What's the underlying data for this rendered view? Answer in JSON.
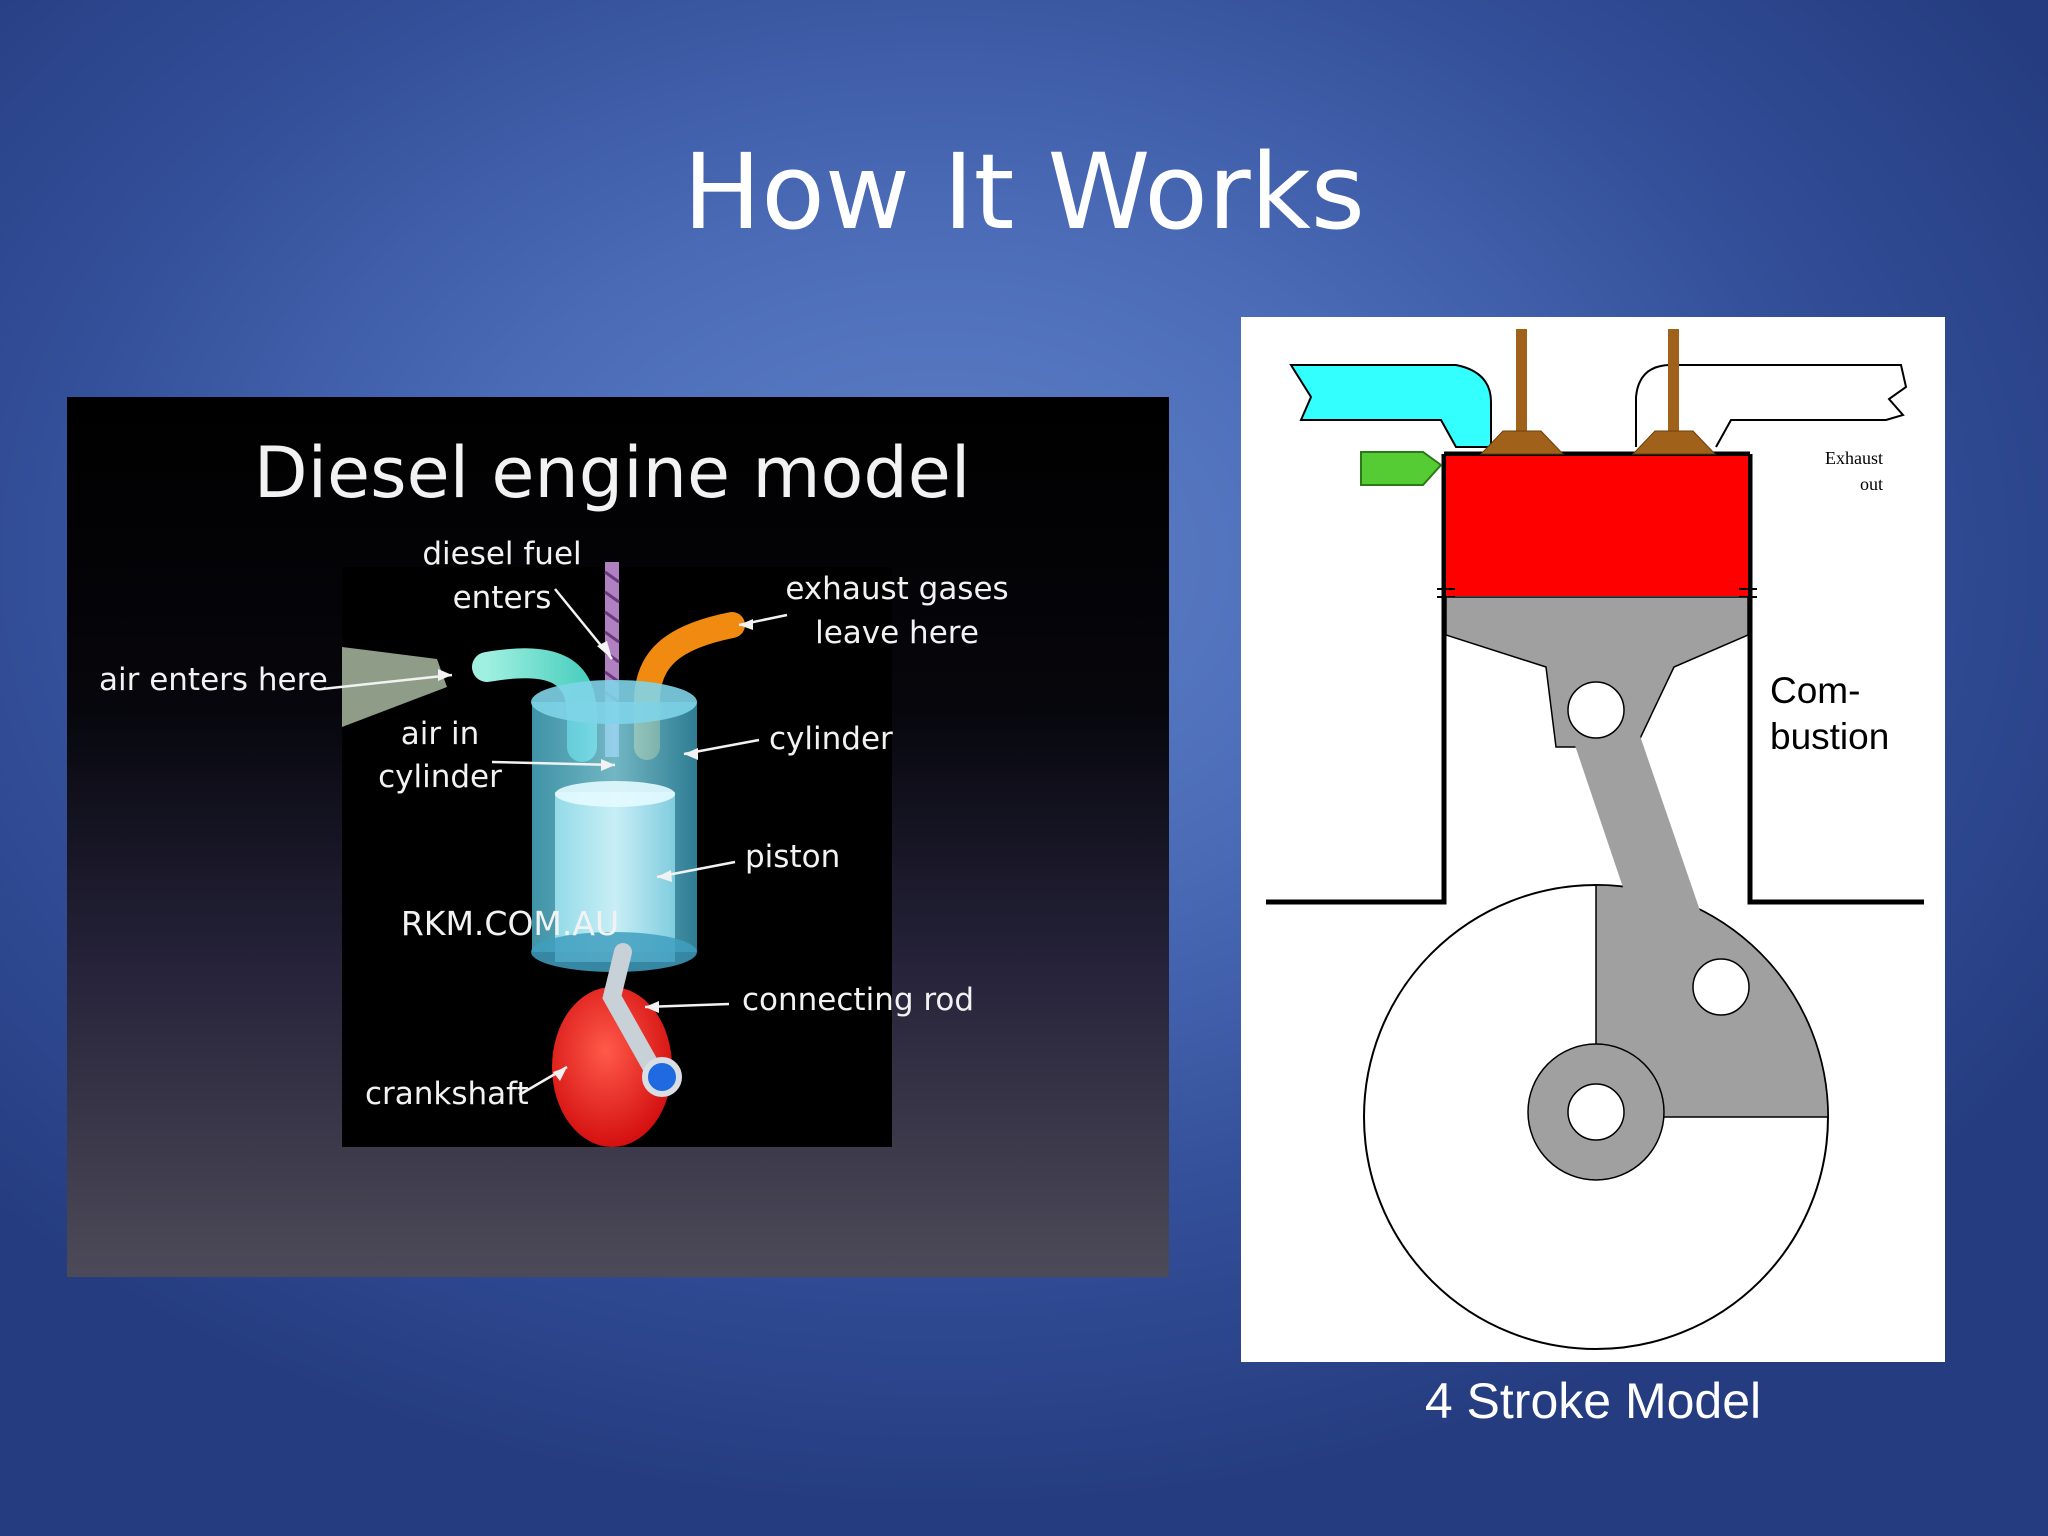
{
  "slide": {
    "title": "How It Works",
    "caption": "4 Stroke Model"
  },
  "diesel_model": {
    "title": "Diesel engine model",
    "watermark": "RKM.COM.AU",
    "labels": {
      "diesel_fuel_1": "diesel fuel",
      "diesel_fuel_2": "enters",
      "exhaust_1": "exhaust gases",
      "exhaust_2": "leave here",
      "air_enters": "air enters here",
      "air_in_1": "air in",
      "air_in_2": "cylinder",
      "cylinder": "cylinder",
      "piston": "piston",
      "connecting_rod": "connecting rod",
      "crankshaft": "crankshaft"
    }
  },
  "stroke_model": {
    "exhaust_1": "Exhaust",
    "exhaust_2": "out",
    "stage_1": "Com-",
    "stage_2": "bustion"
  },
  "colors": {
    "combustion_chamber": "#ff0000",
    "intake_manifold": "#33ffff",
    "valve": "#a0621a",
    "spark": "#55cc33"
  }
}
